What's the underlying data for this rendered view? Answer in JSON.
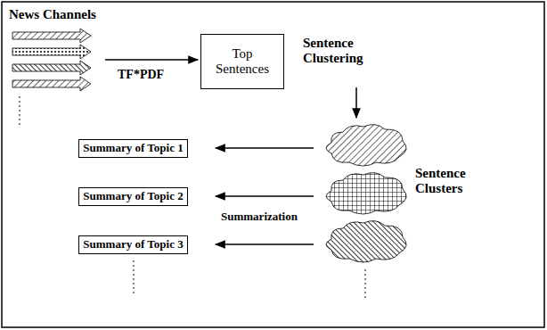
{
  "diagram": {
    "nodes": [
      {
        "text": [
          "Top Sentences"
        ]
      },
      {
        "text": [
          "Summary of Topic 1"
        ]
      },
      {
        "text": [
          "Summary of Topic 2"
        ]
      },
      {
        "text": [
          "Summary of Topic 3"
        ]
      }
    ],
    "labels": [
      "News Channels",
      "TF*PDF",
      "Sentence Clustering",
      "Sentence Clusters",
      "Summarization"
    ]
  }
}
